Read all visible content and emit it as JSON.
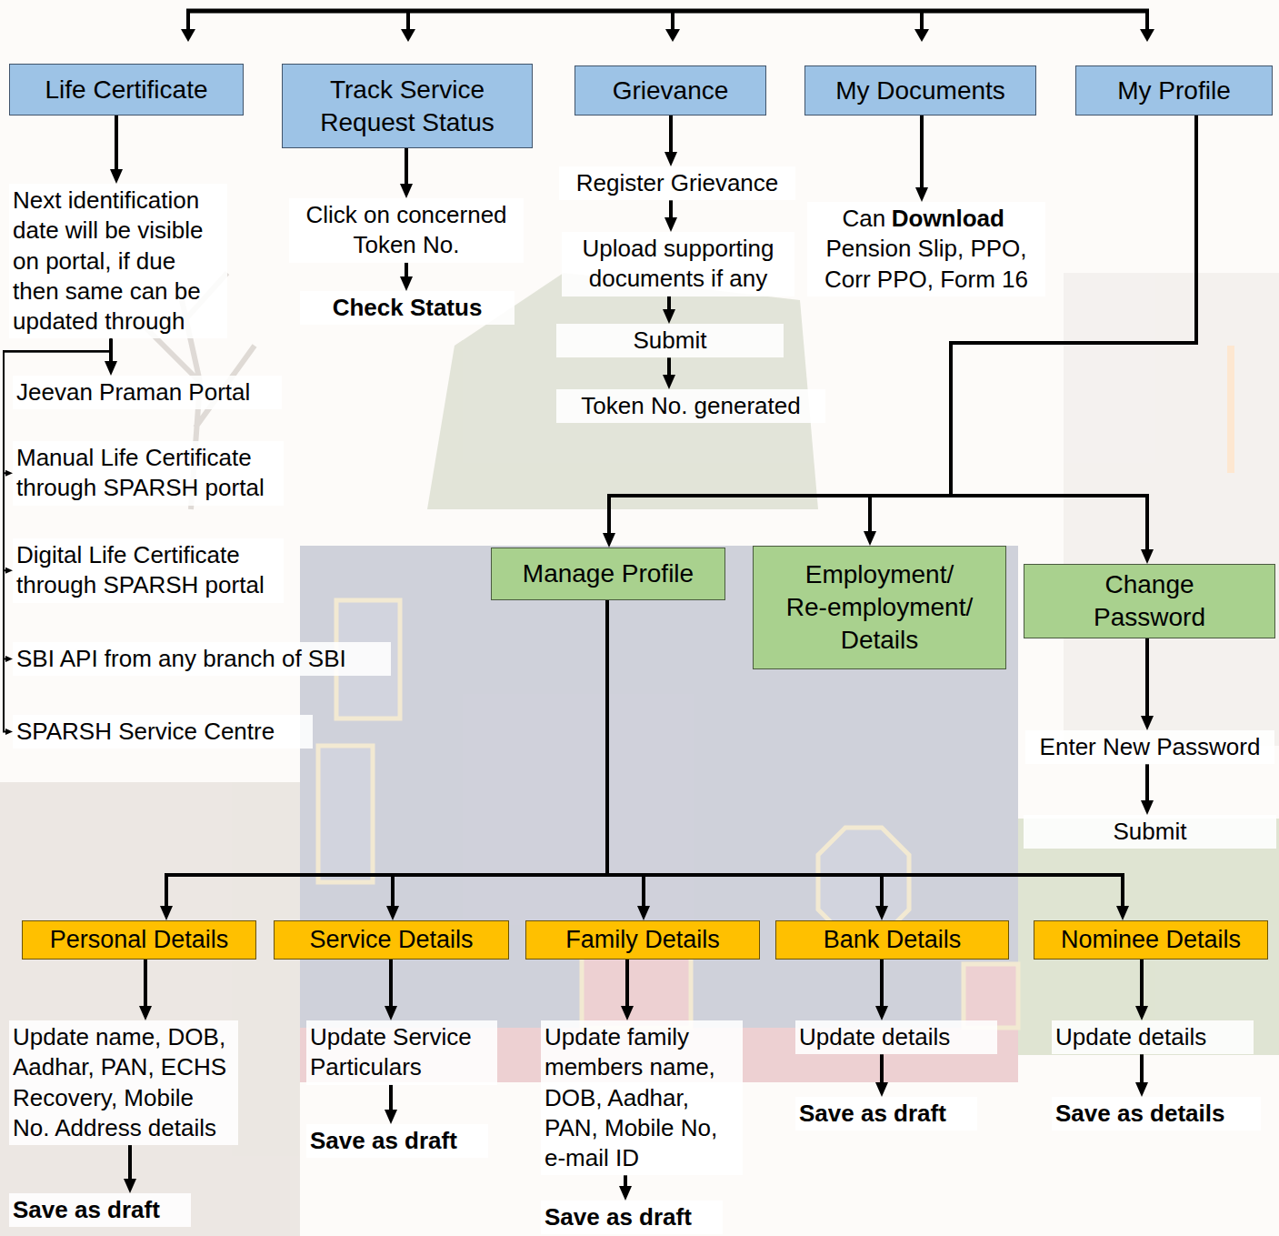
{
  "diagram": {
    "nodes": [
      {
        "text": [
          "Life Certificate"
        ]
      },
      {
        "text": [
          "Track Service Request Status"
        ]
      },
      {
        "text": [
          "Grievance"
        ]
      },
      {
        "text": [
          "My Documents"
        ]
      },
      {
        "text": [
          "My Profile"
        ]
      },
      {
        "text": [
          "Next identification date will be visible on portal, if due then same can be updated through"
        ]
      },
      {
        "text": [
          "Jeevan Praman Portal"
        ]
      },
      {
        "text": [
          "Manual Life Certificate through SPARSH portal"
        ]
      },
      {
        "text": [
          "Digital Life Certificate through SPARSH portal"
        ]
      },
      {
        "text": [
          "SBI API from any branch of SBI"
        ]
      },
      {
        "text": [
          "SPARSH Service Centre"
        ]
      },
      {
        "text": [
          "Click on concerned Token No."
        ]
      },
      {
        "text": [
          "Check Status"
        ]
      },
      {
        "text": [
          "Register Grievance"
        ]
      },
      {
        "text": [
          "Upload supporting documents if any"
        ]
      },
      {
        "text": [
          "Submit"
        ]
      },
      {
        "text": [
          "Token No. generated"
        ]
      },
      {
        "text": [
          "Can",
          "Download",
          "Pension Slip, PPO, Corr PPO, Form 16"
        ]
      },
      {
        "text": [
          "Manage Profile"
        ]
      },
      {
        "text": [
          "Employment/ Re-employment/ Details"
        ]
      },
      {
        "text": [
          "Change Password"
        ]
      },
      {
        "text": [
          "Enter New Password"
        ]
      },
      {
        "text": [
          "Submit"
        ]
      },
      {
        "text": [
          "Personal Details"
        ]
      },
      {
        "text": [
          "Service Details"
        ]
      },
      {
        "text": [
          "Family Details"
        ]
      },
      {
        "text": [
          "Bank Details"
        ]
      },
      {
        "text": [
          "Nominee Details"
        ]
      },
      {
        "text": [
          "Update name, DOB, Aadhar, PAN, ECHS Recovery, Mobile No. Address details"
        ]
      },
      {
        "text": [
          "Save as draft"
        ]
      },
      {
        "text": [
          "Update Service Particulars"
        ]
      },
      {
        "text": [
          "Save as draft"
        ]
      },
      {
        "text": [
          "Update family members name, DOB, Aadhar, PAN, Mobile No, e-mail ID"
        ]
      },
      {
        "text": [
          "Save as draft"
        ]
      },
      {
        "text": [
          "Update details"
        ]
      },
      {
        "text": [
          "Save as draft"
        ]
      },
      {
        "text": [
          "Update details"
        ]
      },
      {
        "text": [
          "Save as details"
        ]
      }
    ],
    "edges": [
      {
        "from": 0,
        "to": 5,
        "arrow": "to"
      },
      {
        "from": 5,
        "to": 6,
        "arrow": "to"
      },
      {
        "from": 5,
        "to": 7,
        "arrow": "to"
      },
      {
        "from": 5,
        "to": 8,
        "arrow": "to"
      },
      {
        "from": 5,
        "to": 9,
        "arrow": "to"
      },
      {
        "from": 5,
        "to": 10,
        "arrow": "to"
      },
      {
        "from": 1,
        "to": 11,
        "arrow": "to"
      },
      {
        "from": 11,
        "to": 12,
        "arrow": "to"
      },
      {
        "from": 2,
        "to": 13,
        "arrow": "to"
      },
      {
        "from": 13,
        "to": 14,
        "arrow": "to"
      },
      {
        "from": 14,
        "to": 15,
        "arrow": "to"
      },
      {
        "from": 15,
        "to": 16,
        "arrow": "to"
      },
      {
        "from": 3,
        "to": 17,
        "arrow": "to"
      },
      {
        "from": 4,
        "to": 18,
        "arrow": "to"
      },
      {
        "from": 4,
        "to": 19,
        "arrow": "to"
      },
      {
        "from": 4,
        "to": 20,
        "arrow": "to"
      },
      {
        "from": 20,
        "to": 21,
        "arrow": "to"
      },
      {
        "from": 21,
        "to": 22,
        "arrow": "to"
      },
      {
        "from": 18,
        "to": 23,
        "arrow": "to"
      },
      {
        "from": 18,
        "to": 24,
        "arrow": "to"
      },
      {
        "from": 18,
        "to": 25,
        "arrow": "to"
      },
      {
        "from": 18,
        "to": 26,
        "arrow": "to"
      },
      {
        "from": 18,
        "to": 27,
        "arrow": "to"
      },
      {
        "from": 23,
        "to": 28,
        "arrow": "to"
      },
      {
        "from": 28,
        "to": 29,
        "arrow": "to"
      },
      {
        "from": 24,
        "to": 30,
        "arrow": "to"
      },
      {
        "from": 30,
        "to": 31,
        "arrow": "to"
      },
      {
        "from": 25,
        "to": 32,
        "arrow": "to"
      },
      {
        "from": 32,
        "to": 33,
        "arrow": "to"
      },
      {
        "from": 26,
        "to": 34,
        "arrow": "to"
      },
      {
        "from": 34,
        "to": 35,
        "arrow": "to"
      },
      {
        "from": 27,
        "to": 36,
        "arrow": "to"
      },
      {
        "from": 36,
        "to": 37,
        "arrow": "to"
      }
    ]
  }
}
